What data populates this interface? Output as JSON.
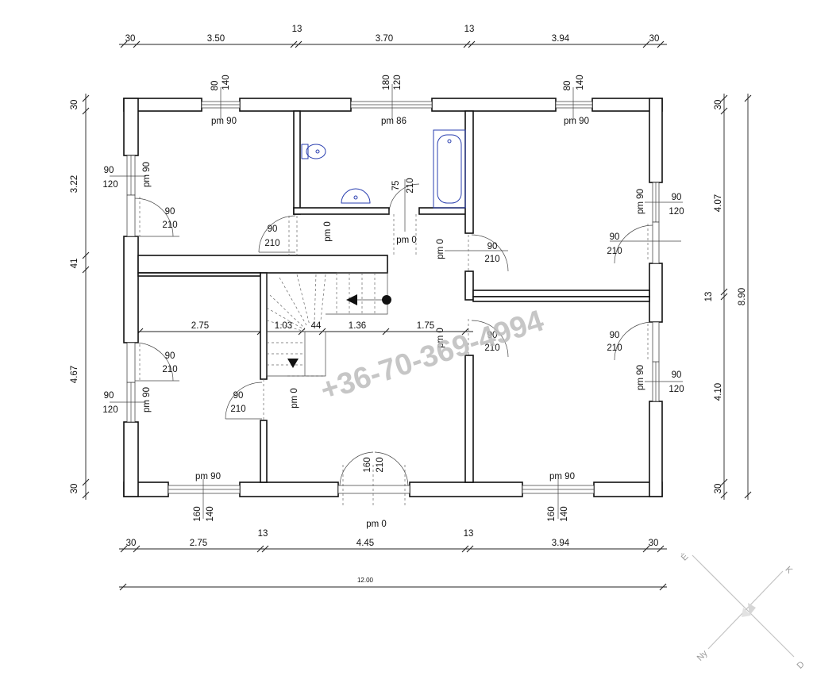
{
  "dimensions": {
    "top": [
      "30",
      "3.50",
      "13",
      "3.70",
      "13",
      "3.94",
      "30"
    ],
    "bottom": [
      "30",
      "2.75",
      "13",
      "4.45",
      "13",
      "3.94",
      "30"
    ],
    "overall_width": "12.00",
    "left": [
      "30",
      "3.22",
      "41",
      "4.67",
      "30"
    ],
    "right": [
      "30",
      "4.07",
      "13",
      "4.10",
      "30"
    ],
    "overall_height": "8.90",
    "interior": [
      "2.75",
      "1.03",
      "44",
      "1.36",
      "1.75"
    ]
  },
  "openings": {
    "win_top_left": [
      "80",
      "140",
      "pm 90"
    ],
    "win_top_bath": [
      "180",
      "120",
      "pm 86"
    ],
    "win_top_right": [
      "80",
      "140",
      "pm 90"
    ],
    "win_left_upper": [
      "90",
      "120",
      "pm 90"
    ],
    "win_left_lower": [
      "90",
      "120",
      "pm 90"
    ],
    "win_right_upper": [
      "90",
      "120",
      "pm 90"
    ],
    "win_right_lower": [
      "90",
      "120",
      "pm 90"
    ],
    "win_bottom_left": [
      "160",
      "140",
      "pm 90"
    ],
    "win_bottom_right": [
      "160",
      "140",
      "pm 90"
    ],
    "door_left_upper": [
      "90",
      "210"
    ],
    "door_left_lower": [
      "90",
      "210"
    ],
    "door_right_upper": [
      "90",
      "210"
    ],
    "door_right_lower": [
      "90",
      "210"
    ],
    "door_room_nw": [
      "90",
      "210",
      "pm 0"
    ],
    "door_room_sw": [
      "90",
      "210",
      "pm 0"
    ],
    "door_room_ne": [
      "90",
      "210",
      "pm 0"
    ],
    "door_room_se": [
      "90",
      "210",
      "pm 0"
    ],
    "door_bath": [
      "75",
      "210",
      "pm 0"
    ],
    "door_entrance": [
      "160",
      "210",
      "pm 0"
    ]
  },
  "watermark": "+36-70-369-4994",
  "compass": {
    "north": "É",
    "east": "K",
    "south": "D",
    "west": "Ny"
  }
}
